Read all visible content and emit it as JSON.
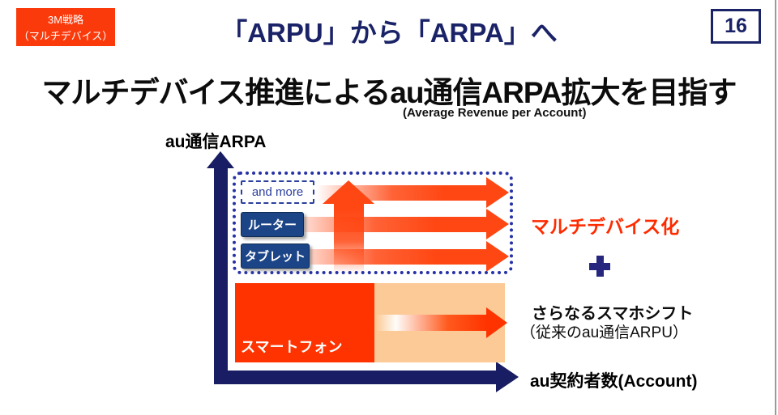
{
  "slide": {
    "badge": {
      "line1": "3M戦略",
      "line2": "（マルチデバイス）"
    },
    "title": "「ARPU」から「ARPA」へ",
    "page_number": "16",
    "heading": "マルチデバイス推進によるau通信ARPA拡大を目指す",
    "heading_note": "(Average Revenue per Account)"
  },
  "diagram": {
    "y_axis_label": "au通信ARPA",
    "x_axis_label": "au契約者数(Account)",
    "device_group": {
      "and_more": "and more",
      "router": "ルーター",
      "tablet": "タブレット"
    },
    "smartphone": "スマートフォン",
    "annotations": {
      "multi_device": "マルチデバイス化",
      "plus": "+",
      "shift_title": "さらなるスマホシフト",
      "shift_note": "（従来のau通信ARPU）"
    }
  },
  "colors": {
    "navy_title": "#1b2368",
    "navy_axis": "#191d63",
    "dotted_border_blue": "#2531a5",
    "device_box_blue": "#1c4587",
    "arrow_orange": "#ff4713",
    "accent_red": "#ff3300",
    "badge_red": "#fb3a0c",
    "peach": "#fbca96"
  }
}
